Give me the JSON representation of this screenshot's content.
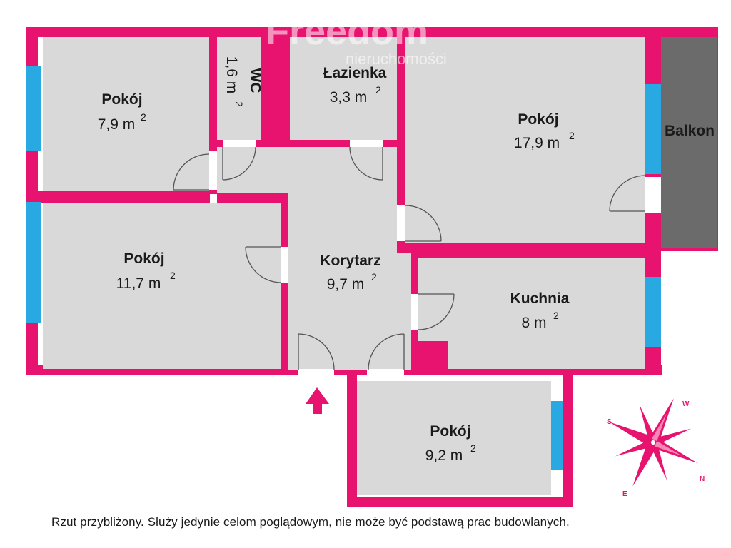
{
  "watermark": {
    "brand": "Freedom",
    "subtitle": "nieruchomości"
  },
  "rooms": {
    "pokoj_nw": {
      "name": "Pokój",
      "area": "7,9 m",
      "exp": "2"
    },
    "wc": {
      "name": "WC",
      "area": "1,6 m",
      "exp": "2"
    },
    "lazienka": {
      "name": "Łazienka",
      "area": "3,3 m",
      "exp": "2"
    },
    "pokoj_ne": {
      "name": "Pokój",
      "area": "17,9 m",
      "exp": "2"
    },
    "balkon": {
      "name": "Balkon"
    },
    "pokoj_w": {
      "name": "Pokój",
      "area": "11,7 m",
      "exp": "2"
    },
    "korytarz": {
      "name": "Korytarz",
      "area": "9,7 m",
      "exp": "2"
    },
    "kuchnia": {
      "name": "Kuchnia",
      "area": "8 m",
      "exp": "2"
    },
    "pokoj_s": {
      "name": "Pokój",
      "area": "9,2 m",
      "exp": "2"
    }
  },
  "compass": {
    "n": "N",
    "s": "S",
    "e": "E",
    "w": "W"
  },
  "disclaimer": "Rzut przybliżony. Służy jedynie celom poglądowym, nie może być podstawą prac budowlanych.",
  "colors": {
    "wall": "#e8136e",
    "room": "#d9d9d9",
    "balcony": "#6b6b6b",
    "window": "#29a9e1"
  }
}
